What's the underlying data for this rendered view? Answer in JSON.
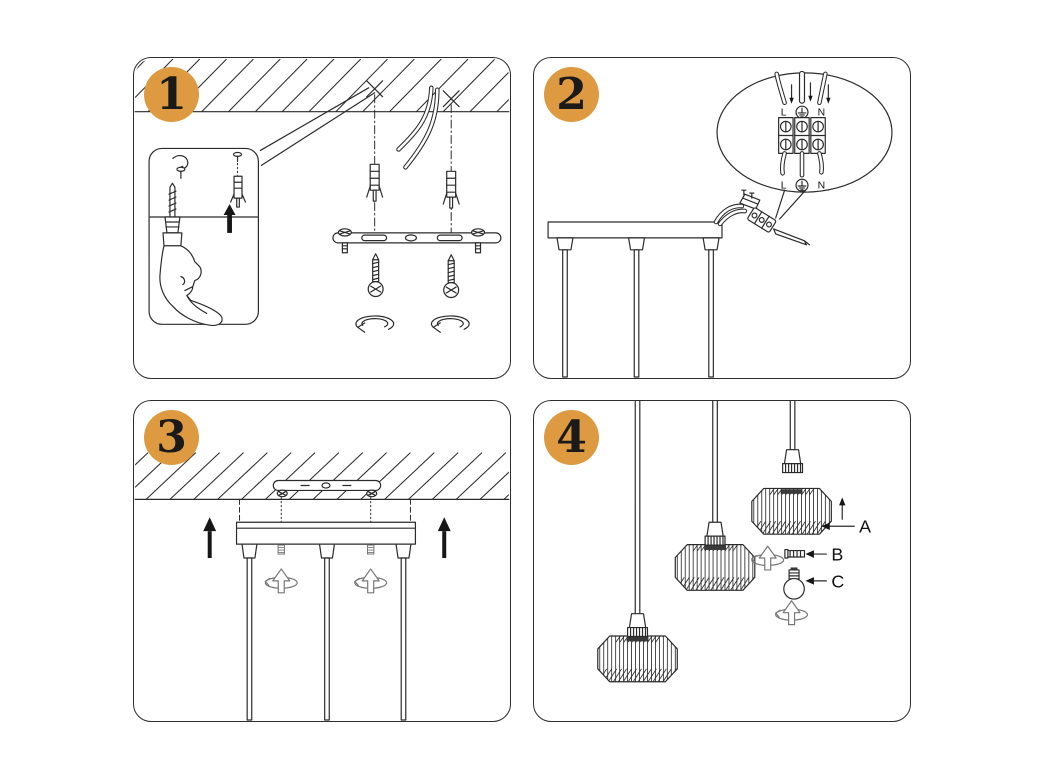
{
  "colors": {
    "badge_orange": "#DD9A40",
    "line": "#2b2b2b",
    "line_light": "#777777",
    "background": "#ffffff"
  },
  "icons": {
    "earth_ground_icon": "circled ground symbol",
    "x_mark_icon": "✕",
    "rotation_arrow_icon": "↻",
    "up_arrow_icon": "↑"
  },
  "panels": {
    "step1": {
      "badge": "1"
    },
    "step2": {
      "badge": "2",
      "terminal_block": {
        "top": {
          "live": "L",
          "neutral": "N"
        },
        "bottom": {
          "live": "L",
          "neutral": "N"
        }
      }
    },
    "step3": {
      "badge": "3"
    },
    "step4": {
      "badge": "4",
      "parts": {
        "shade_label": "A",
        "ring_label": "B",
        "bulb_label": "C"
      }
    }
  }
}
